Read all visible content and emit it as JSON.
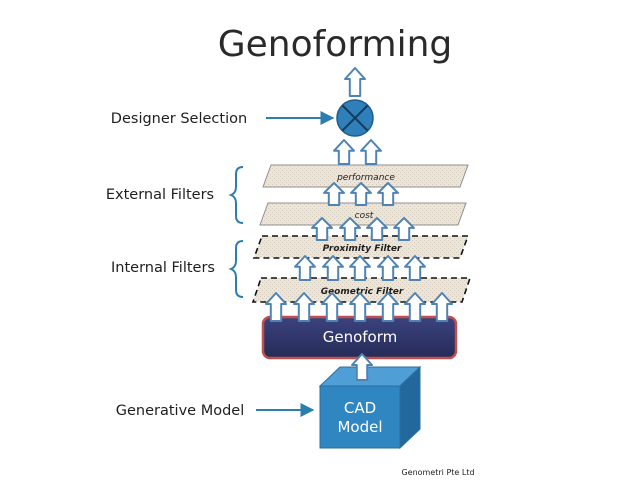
{
  "title": "Genoforming",
  "labels": {
    "designer_selection": "Designer Selection",
    "external_filters": "External Filters",
    "internal_filters": "Internal Filters",
    "generative_model": "Generative Model"
  },
  "layers": {
    "performance": "performance",
    "cost": "cost",
    "proximity_filter": "Proximity Filter",
    "geometric_filter": "Geometric Filter",
    "genoform": "Genoform"
  },
  "cad_model": {
    "line1": "CAD",
    "line2": "Model"
  },
  "credit": "Genometri Pte Ltd",
  "colors": {
    "arrow_fill": "#ffffff",
    "arrow_stroke": "#4f83b4",
    "label_arrow": "#2e7db0",
    "selector_fill": "#2f80ba",
    "genoform_fill": "#2b3164",
    "genoform_border": "#c0504d",
    "cad_front": "#2f86c0",
    "filter_fill": "#ece6da"
  }
}
